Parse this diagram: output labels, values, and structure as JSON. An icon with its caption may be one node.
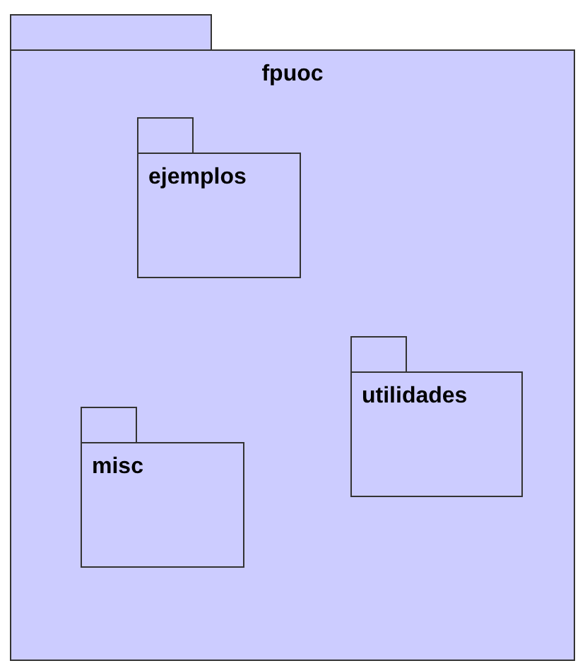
{
  "diagram": {
    "nodes": [
      {
        "text": [
          "fpuoc"
        ]
      },
      {
        "text": [
          "ejemplos"
        ],
        "in": 0
      },
      {
        "text": [
          "utilidades"
        ],
        "in": 0
      },
      {
        "text": [
          "misc"
        ],
        "in": 0
      }
    ]
  }
}
